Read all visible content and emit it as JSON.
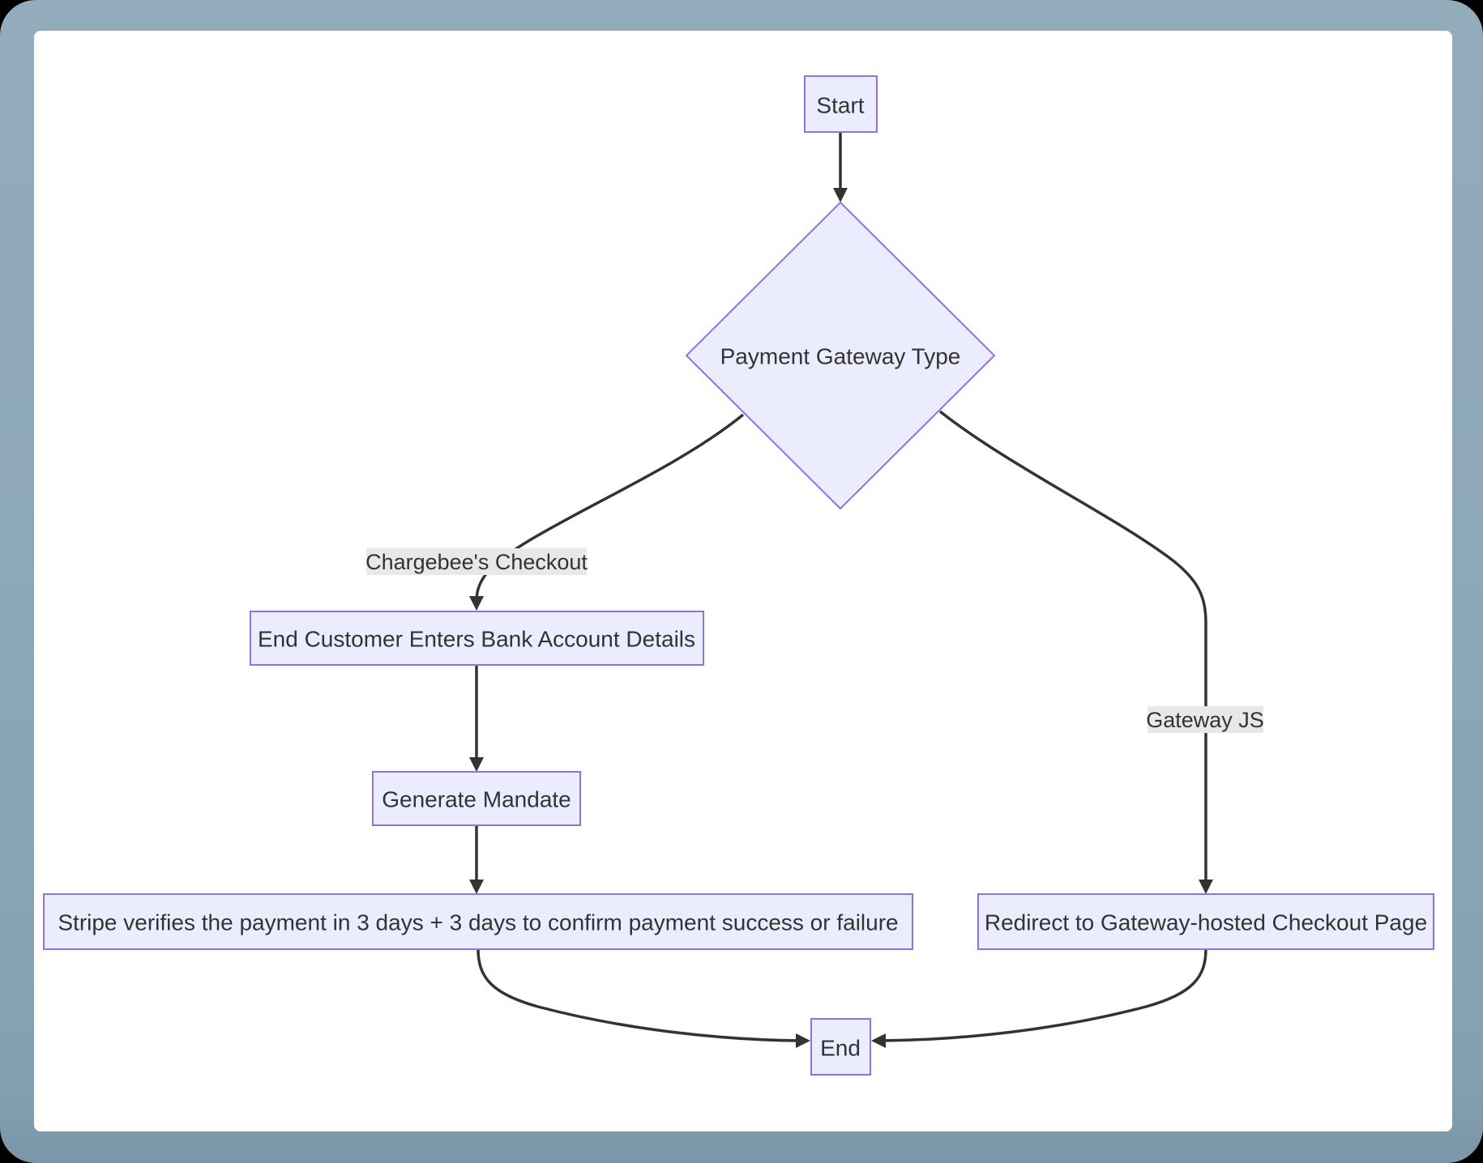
{
  "diagram": {
    "type": "flowchart",
    "direction": "top-down",
    "nodes": {
      "start": {
        "label": "Start",
        "shape": "rect"
      },
      "gateway_type": {
        "label": "Payment Gateway Type",
        "shape": "diamond"
      },
      "enter_bank": {
        "label": "End Customer Enters Bank Account Details",
        "shape": "rect"
      },
      "generate_mandate": {
        "label": "Generate Mandate",
        "shape": "rect"
      },
      "stripe_verifies": {
        "label": "Stripe verifies the payment in 3 days + 3 days to confirm payment success or failure",
        "shape": "rect"
      },
      "redirect": {
        "label": "Redirect to Gateway-hosted Checkout Page",
        "shape": "rect"
      },
      "end": {
        "label": "End",
        "shape": "rect"
      }
    },
    "edges": [
      {
        "from": "start",
        "to": "gateway_type",
        "label": ""
      },
      {
        "from": "gateway_type",
        "to": "enter_bank",
        "label": "Chargebee's Checkout"
      },
      {
        "from": "gateway_type",
        "to": "redirect",
        "label": "Gateway JS"
      },
      {
        "from": "enter_bank",
        "to": "generate_mandate",
        "label": ""
      },
      {
        "from": "generate_mandate",
        "to": "stripe_verifies",
        "label": ""
      },
      {
        "from": "stripe_verifies",
        "to": "end",
        "label": ""
      },
      {
        "from": "redirect",
        "to": "end",
        "label": ""
      }
    ],
    "colors": {
      "node_fill": "#ECECFF",
      "node_border": "#9370DB",
      "edge_line": "#333333",
      "text": "#333333",
      "edge_label_bg": "#e8e8e8",
      "frame": "#8ca7b7",
      "canvas_bg": "#ffffff"
    }
  }
}
